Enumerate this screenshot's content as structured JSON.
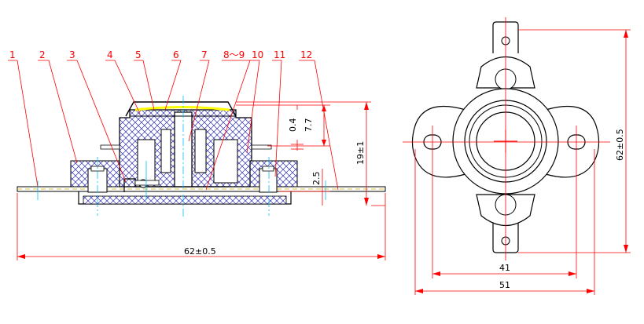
{
  "callouts": [
    "1",
    "2",
    "3",
    "4",
    "5",
    "6",
    "7",
    "8～9",
    "10",
    "11",
    "12"
  ],
  "dimensions": {
    "side_width": "62±0.5",
    "side_height": "19±1",
    "dim_7_7": "7.7",
    "dim_0_4": "0.4",
    "dim_2_5": "2.5",
    "front_height": "62±0.5",
    "front_hole_pitch": "41",
    "front_flange_width": "51"
  },
  "colors": {
    "body_hatch": "#3030c0",
    "body_fill": "#ffffff",
    "outline": "#000000",
    "centerline": "#00bfff",
    "leader": "#ff0000",
    "disc": "#ffff00"
  }
}
